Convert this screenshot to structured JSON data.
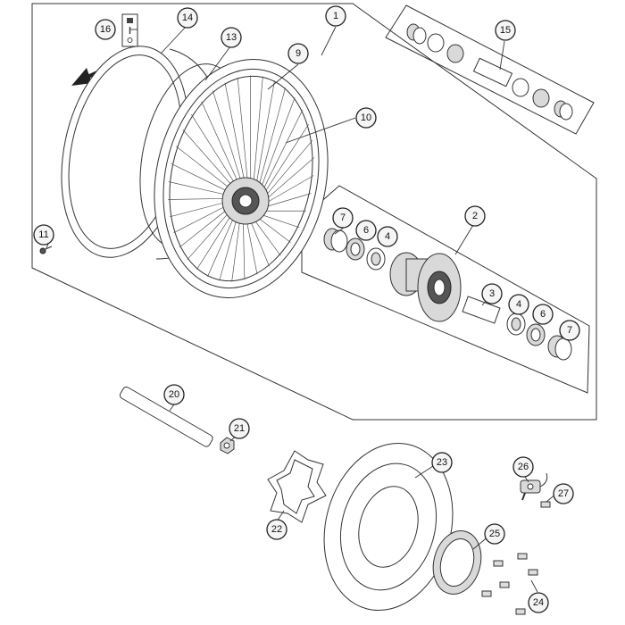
{
  "diagram": {
    "callouts": [
      {
        "id": "c1",
        "label": "1"
      },
      {
        "id": "c2",
        "label": "2"
      },
      {
        "id": "c3",
        "label": "3"
      },
      {
        "id": "c4a",
        "label": "4"
      },
      {
        "id": "c4b",
        "label": "4"
      },
      {
        "id": "c6a",
        "label": "6"
      },
      {
        "id": "c6b",
        "label": "6"
      },
      {
        "id": "c7a",
        "label": "7"
      },
      {
        "id": "c7b",
        "label": "7"
      },
      {
        "id": "c9",
        "label": "9"
      },
      {
        "id": "c10",
        "label": "10"
      },
      {
        "id": "c11",
        "label": "11"
      },
      {
        "id": "c13",
        "label": "13"
      },
      {
        "id": "c14",
        "label": "14"
      },
      {
        "id": "c15",
        "label": "15"
      },
      {
        "id": "c16",
        "label": "16"
      },
      {
        "id": "c20",
        "label": "20"
      },
      {
        "id": "c21",
        "label": "21"
      },
      {
        "id": "c22",
        "label": "22"
      },
      {
        "id": "c23",
        "label": "23"
      },
      {
        "id": "c24",
        "label": "24"
      },
      {
        "id": "c25",
        "label": "25"
      },
      {
        "id": "c26",
        "label": "26"
      },
      {
        "id": "c27",
        "label": "27"
      }
    ],
    "icons": [
      "rotation-direction-arrow-icon",
      "tire-pressure-label-icon"
    ]
  }
}
